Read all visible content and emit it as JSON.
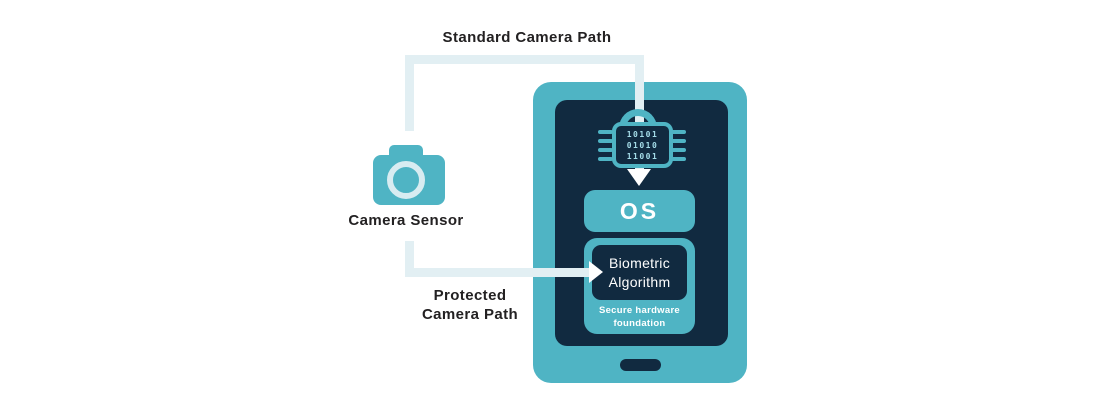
{
  "colors": {
    "teal": "#4FB4C4",
    "navy": "#112A40",
    "path": "#E2EFF3",
    "white": "#FFFFFF",
    "ink": "#232122",
    "binary": "#A5DDE9",
    "lens": "#D8ECF1"
  },
  "standard_path": {
    "label": "Standard Camera Path"
  },
  "camera_sensor": {
    "label": "Camera Sensor"
  },
  "protected_path": {
    "line1": "Protected",
    "line2": "Camera Path"
  },
  "device": {
    "encryption_chip": {
      "binary_rows": [
        "10101",
        "01010",
        "11001"
      ]
    },
    "os_box": {
      "label": "OS"
    },
    "secure_enclave": {
      "algorithm": {
        "line1": "Biometric",
        "line2": "Algorithm"
      },
      "caption": {
        "line1": "Secure hardware",
        "line2": "foundation"
      }
    }
  }
}
